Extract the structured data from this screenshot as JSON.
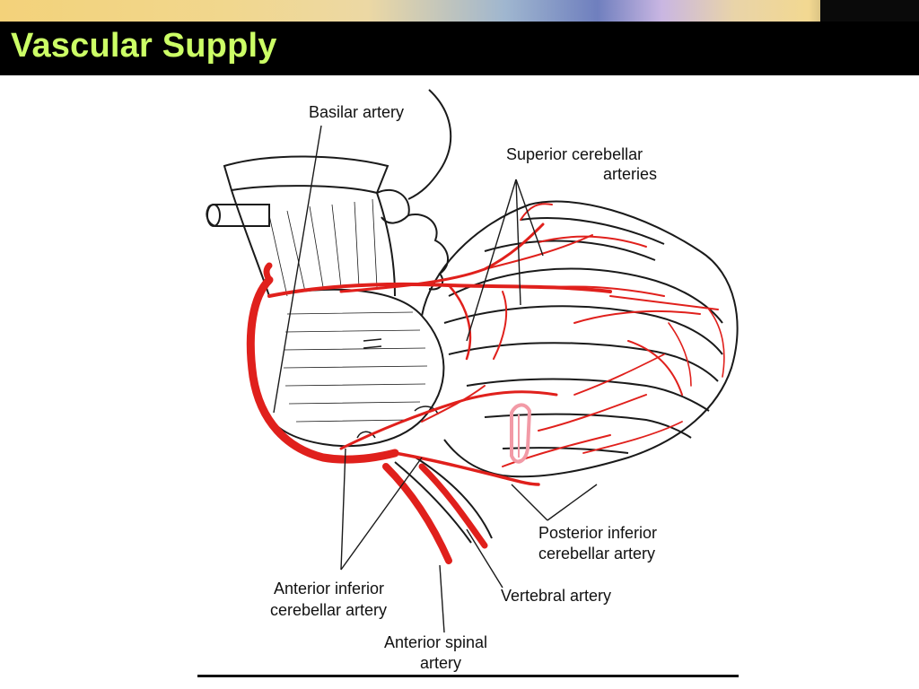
{
  "slide": {
    "title": "Vascular Supply"
  },
  "labels": {
    "basilar": "Basilar artery",
    "superior_line1": "Superior cerebellar",
    "superior_line2": "arteries",
    "pica_line1": "Posterior inferior",
    "pica_line2": "cerebellar artery",
    "vertebral": "Vertebral artery",
    "aica_line1": "Anterior inferior",
    "aica_line2": "cerebellar artery",
    "spinal_line1": "Anterior spinal",
    "spinal_line2": "artery"
  },
  "colors": {
    "title_text": "#ccff66",
    "title_bar": "#000000",
    "artery": "#e0201c",
    "outline": "#1a1a1a",
    "pink_highlight": "#f29aa6"
  }
}
